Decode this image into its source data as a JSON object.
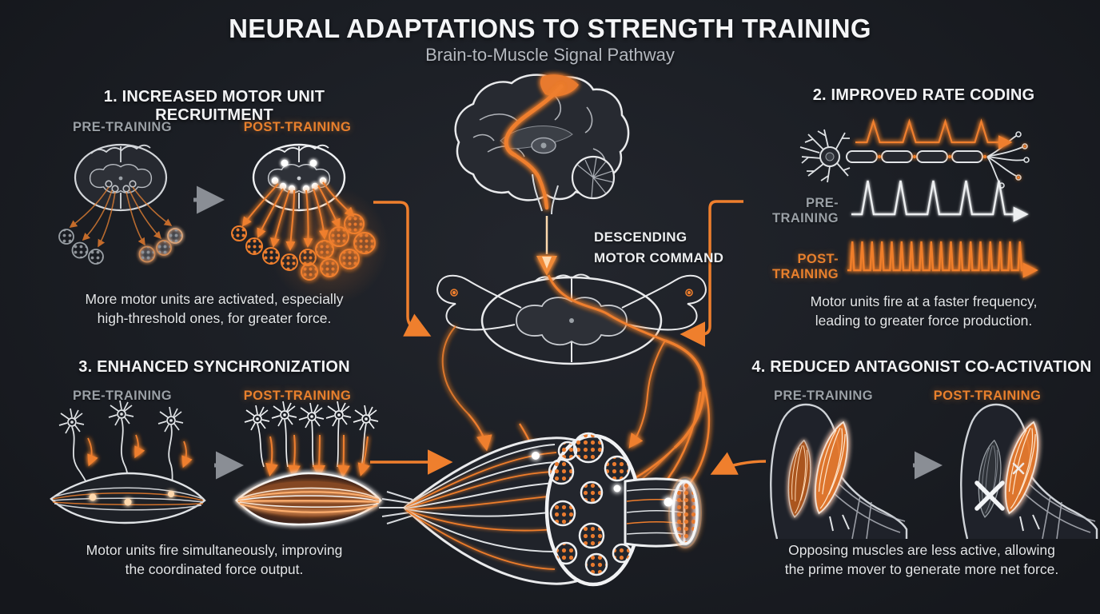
{
  "header": {
    "title": "NEURAL ADAPTATIONS TO STRENGTH TRAINING",
    "subtitle": "Brain-to-Muscle Signal Pathway"
  },
  "center": {
    "descending_line1": "DESCENDING",
    "descending_line2": "MOTOR COMMAND"
  },
  "colors": {
    "background": "#1b1e24",
    "accent_orange": "#ee7d2c",
    "pre_gray": "#9aa0a6",
    "heading_white": "#f2f3f5",
    "body_text": "#e3e5e7",
    "subtitle_gray": "#b4b8bf",
    "arrow_gray": "#8a8e95"
  },
  "panels": [
    {
      "title": "1. INCREASED MOTOR UNIT RECRUITMENT",
      "pre_label": "PRE-TRAINING",
      "post_label": "POST-TRAINING",
      "desc1": "More motor units are activated, especially",
      "desc2": "high-threshold ones, for greater force.",
      "illustration": {
        "pre_motor_neurons": 4,
        "pre_motor_units": 6,
        "post_motor_neurons": 8,
        "post_motor_units": 12
      }
    },
    {
      "title": "2. IMPROVED RATE CODING",
      "pre_label": "PRE-TRAINING",
      "post_label": "POST-TRAINING",
      "desc1": "Motor units fire at a faster frequency,",
      "desc2": "leading to greater force production.",
      "spikes": {
        "axon": 4,
        "pre": 5,
        "post": 18
      }
    },
    {
      "title": "3. ENHANCED SYNCHRONIZATION",
      "pre_label": "PRE-TRAINING",
      "post_label": "POST-TRAINING",
      "desc1": "Motor units fire simultaneously, improving",
      "desc2": "the coordinated force output.",
      "illustration": {
        "pre_neurons": 3,
        "post_neurons": 5
      }
    },
    {
      "title": "4. REDUCED ANTAGONIST CO-ACTIVATION",
      "pre_label": "PRE-TRAINING",
      "post_label": "POST-TRAINING",
      "desc1": "Opposing muscles are less active, allowing",
      "desc2": "the prime mover to generate more net force."
    }
  ]
}
